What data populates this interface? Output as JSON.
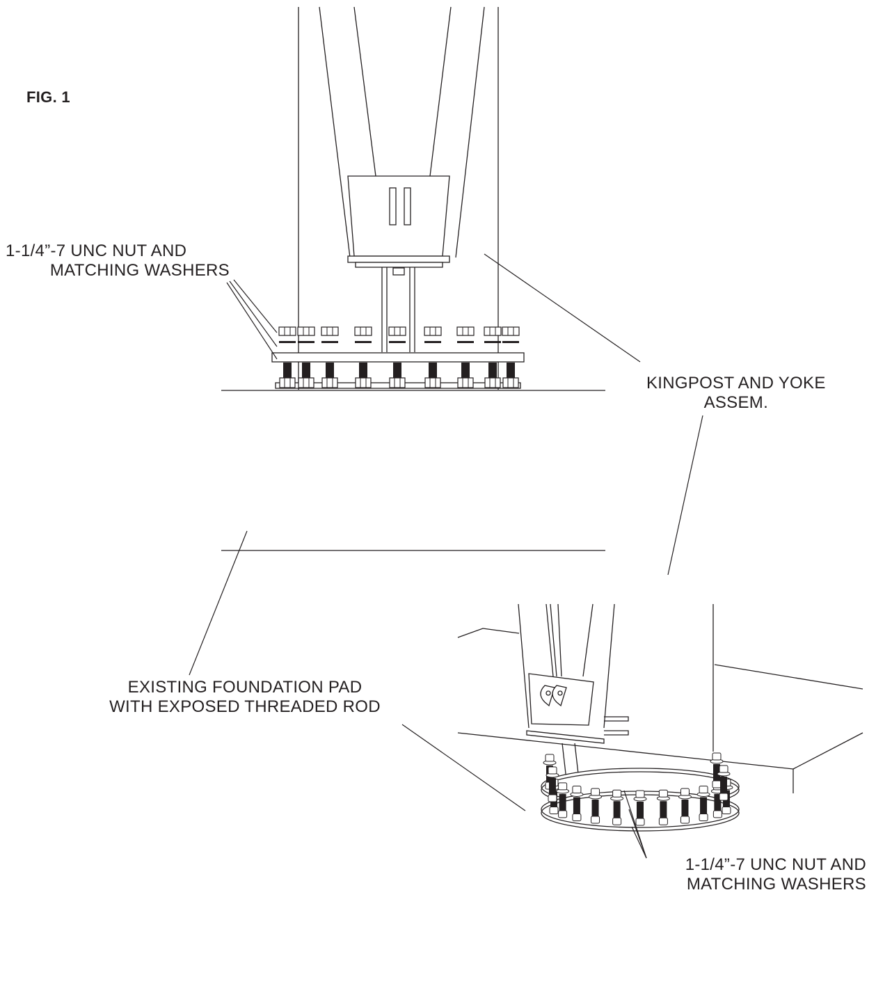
{
  "figure_label": "FIG. 1",
  "callouts": {
    "nut_top": {
      "line1": "1-1/4”-7 UNC NUT AND",
      "line2": "MATCHING WASHERS"
    },
    "kingpost": {
      "line1": "KINGPOST AND YOKE",
      "line2": "ASSEM."
    },
    "foundation": {
      "line1": "EXISTING FOUNDATION PAD",
      "line2": "WITH EXPOSED THREADED ROD"
    },
    "nut_bottom": {
      "line1": "1-1/4”-7 UNC NUT AND",
      "line2": "MATCHING WASHERS"
    }
  },
  "colors": {
    "ink": "#231f20",
    "dark_thread": "#231f20"
  }
}
